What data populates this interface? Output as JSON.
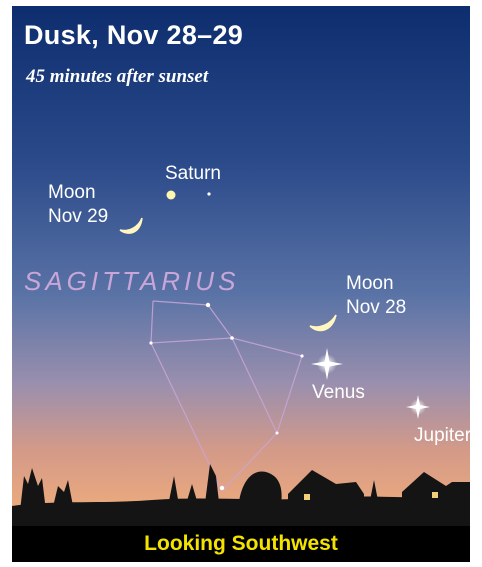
{
  "title": "Dusk, Nov 28–29",
  "subtitle": "45 minutes after sunset",
  "constellation": "SAGITTARIUS",
  "objects": {
    "saturn": "Saturn",
    "moon_29": {
      "name": "Moon",
      "date": "Nov 29"
    },
    "moon_28": {
      "name": "Moon",
      "date": "Nov 28"
    },
    "venus": "Venus",
    "jupiter": "Jupiter"
  },
  "footer": "Looking Southwest",
  "colors": {
    "sky_top": "#0d2d6e",
    "sky_mid": "#5a73a6",
    "horizon": "#e8a77e",
    "constellation_lines": "#c9a6d8",
    "footer_text": "#f4e300"
  }
}
